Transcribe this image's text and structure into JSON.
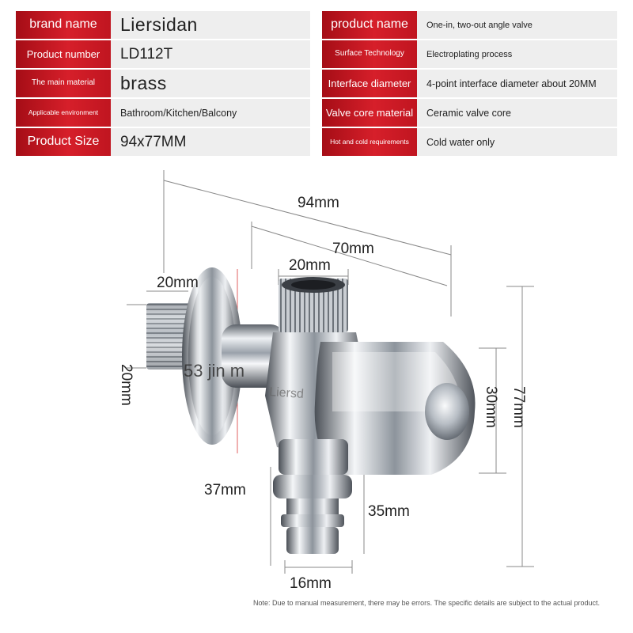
{
  "specs_left": [
    {
      "key": "brand name",
      "value": "Liersidan"
    },
    {
      "key": "Product number",
      "value": "LD112T"
    },
    {
      "key": "The main material",
      "value": "brass"
    },
    {
      "key": "Applicable environment",
      "value": "Bathroom/Kitchen/Balcony"
    },
    {
      "key": "Product Size",
      "value": "94x77MM"
    }
  ],
  "specs_right": [
    {
      "key": "product name",
      "value": "One-in, two-out angle valve"
    },
    {
      "key": "Surface Technology",
      "value": "Electroplating process"
    },
    {
      "key": "Interface diameter",
      "value": "4-point interface diameter about 20MM"
    },
    {
      "key": "Valve core material",
      "value": "Ceramic valve core"
    },
    {
      "key": "Hot and cold requirements",
      "value": "Cold water only"
    }
  ],
  "figure": {
    "watermark": "53 jin m",
    "body_logo": "Liersd",
    "dims": {
      "overall_width": "94mm",
      "body_width": "70mm",
      "top_thread": "20mm",
      "left_thread_w": "20mm",
      "left_thread_h": "20mm",
      "body_height": "30mm",
      "overall_height": "77mm",
      "bottom_length": "37mm",
      "bottom_nozzle": "35mm",
      "bottom_diameter": "16mm"
    }
  },
  "note": "Note: Due to manual measurement, there may be errors. The specific details are subject to the actual product."
}
